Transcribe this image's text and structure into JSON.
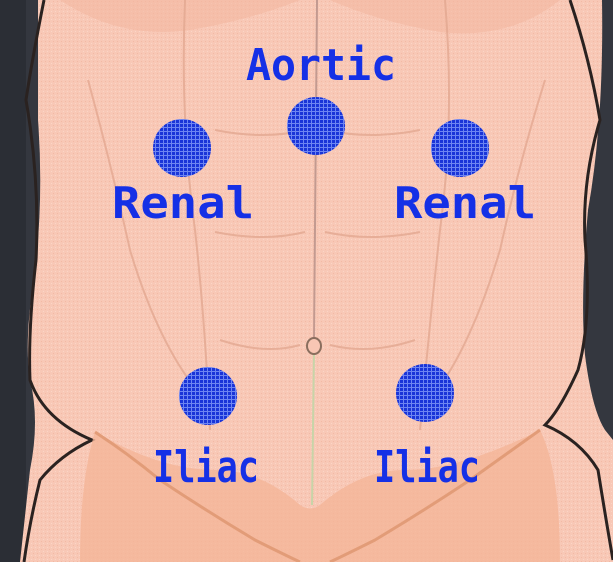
{
  "diagram": {
    "labels": {
      "aortic": "Aortic",
      "renal_left": "Renal",
      "renal_right": "Renal",
      "iliac_left": "Iliac",
      "iliac_right": "Iliac"
    },
    "colors": {
      "background_dark": "#34373f",
      "skin": "#f8c6b4",
      "skin_shadow": "#f2b79e",
      "label_blue": "#1530e6",
      "spot_blue": "#1a35d8",
      "outline": "#2a2220",
      "midline_upper": "#c39a90",
      "midline_lower": "#c8d4a8"
    }
  }
}
